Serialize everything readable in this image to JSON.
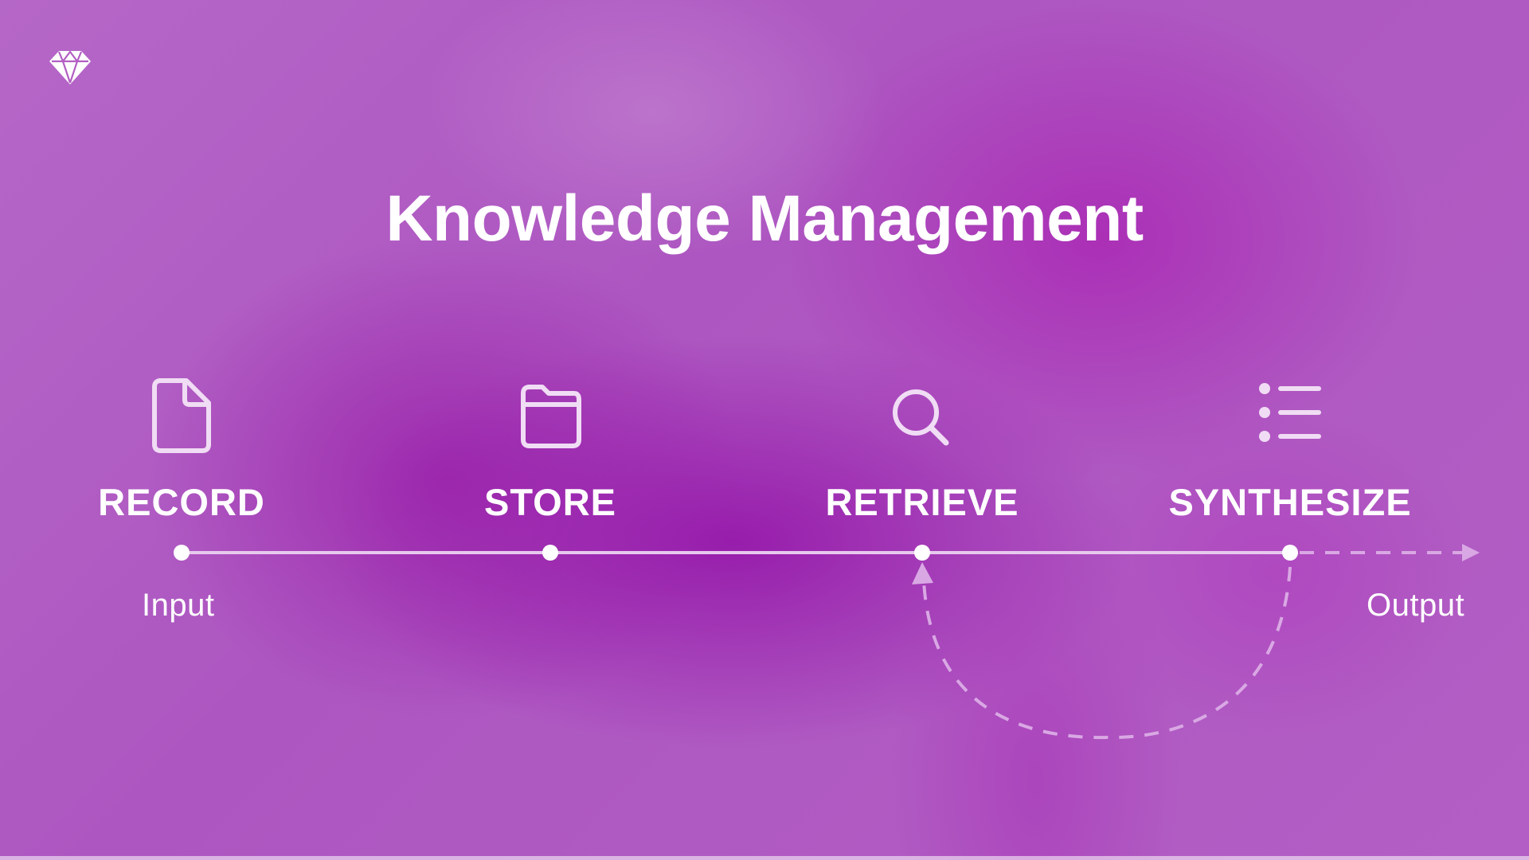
{
  "title": "Knowledge Management",
  "logo": {
    "icon": "diamond-logo-icon"
  },
  "stages": [
    {
      "label": "RECORD",
      "icon": "document-icon"
    },
    {
      "label": "STORE",
      "icon": "folder-icon"
    },
    {
      "label": "RETRIEVE",
      "icon": "search-icon"
    },
    {
      "label": "SYNTHESIZE",
      "icon": "list-icon"
    }
  ],
  "flow": {
    "input_label": "Input",
    "output_label": "Output"
  },
  "colors": {
    "text": "#ffffff",
    "line": "#e7c9ee",
    "dashed": "#d9a8e4",
    "background": "#b05cc2"
  }
}
